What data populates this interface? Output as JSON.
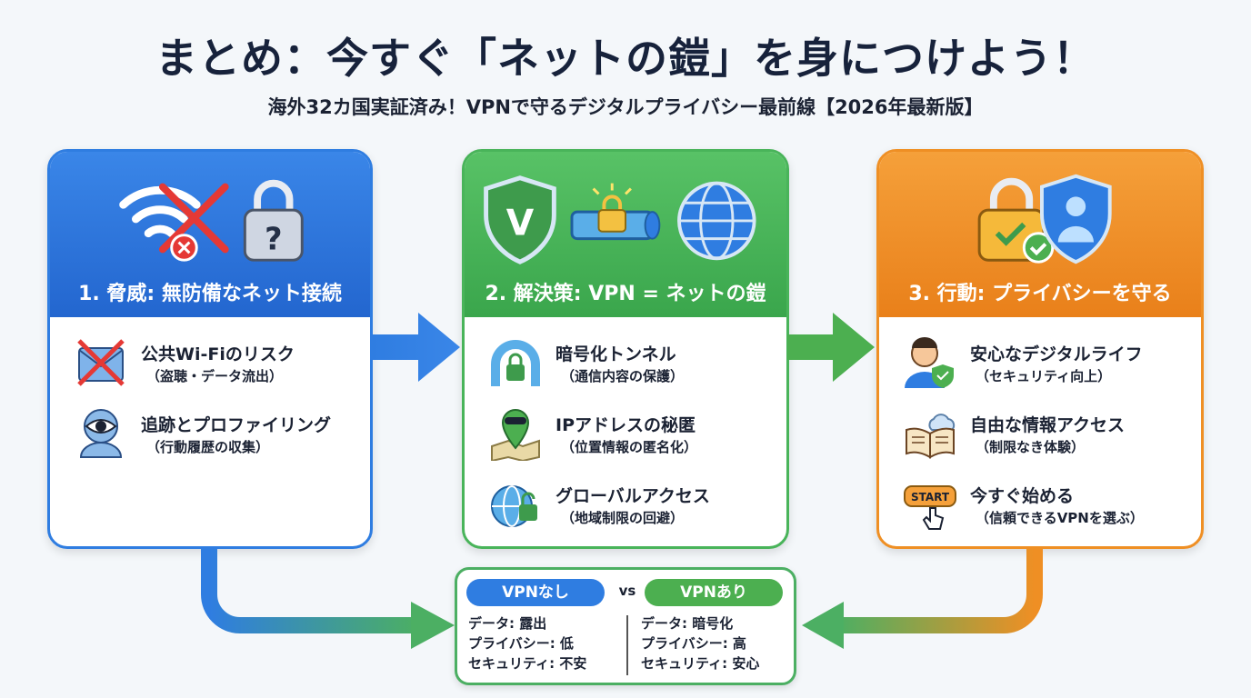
{
  "header": {
    "title": "まとめ：今すぐ「ネットの鎧」を身につけよう！",
    "subtitle": "海外32カ国実証済み！VPNで守るデジタルプライバシー最前線【2026年最新版】"
  },
  "cards": [
    {
      "title": "1. 脅威: 無防備なネット接続",
      "color": "#2f7de1",
      "items": [
        {
          "label": "公共Wi-Fiのリスク",
          "detail": "（盗聴・データ流出）",
          "icon": "broken-envelope-icon"
        },
        {
          "label": "追跡とプロファイリング",
          "detail": "（行動履歴の収集）",
          "icon": "eye-tracking-icon"
        }
      ]
    },
    {
      "title": "2. 解決策: VPN = ネットの鎧",
      "color": "#49b45a",
      "items": [
        {
          "label": "暗号化トンネル",
          "detail": "（通信内容の保護）",
          "icon": "tunnel-lock-icon"
        },
        {
          "label": "IPアドレスの秘匿",
          "detail": "（位置情報の匿名化）",
          "icon": "masked-pin-icon"
        },
        {
          "label": "グローバルアクセス",
          "detail": "（地域制限の回避）",
          "icon": "globe-unlock-icon"
        }
      ]
    },
    {
      "title": "3. 行動: プライバシーを守る",
      "color": "#ef8f24",
      "items": [
        {
          "label": "安心なデジタルライフ",
          "detail": "（セキュリティ向上）",
          "icon": "secure-person-icon"
        },
        {
          "label": "自由な情報アクセス",
          "detail": "（制限なき体験）",
          "icon": "open-book-cloud-icon"
        },
        {
          "label": "今すぐ始める",
          "detail": "（信頼できるVPNを選ぶ）",
          "icon": "start-button-icon",
          "badge": "START"
        }
      ]
    }
  ],
  "comparison": {
    "without": {
      "label": "VPNなし",
      "rows": [
        "データ: 露出",
        "プライバシー: 低",
        "セキュリティ: 不安"
      ]
    },
    "vs": "vs",
    "with": {
      "label": "VPNあり",
      "rows": [
        "データ: 暗号化",
        "プライバシー: 高",
        "セキュリティ: 安心"
      ]
    }
  }
}
